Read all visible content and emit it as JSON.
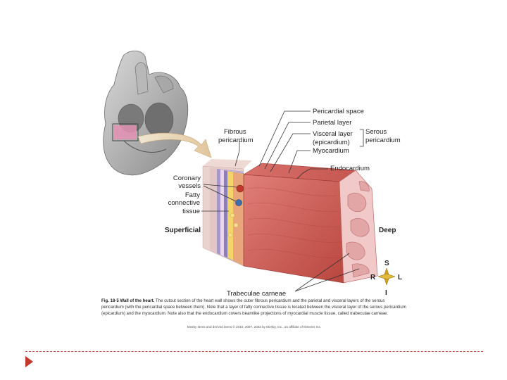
{
  "labels": {
    "pericardial_space": "Pericardial space",
    "parietal_layer": "Parietal layer",
    "visceral_layer_1": "Visceral layer",
    "visceral_layer_2": "(epicardium)",
    "myocardium": "Myocardium",
    "serous_1": "Serous",
    "serous_2": "pericardium",
    "fibrous_1": "Fibrous",
    "fibrous_2": "pericardium",
    "endocardium": "Endocardium",
    "coronary_1": "Coronary",
    "coronary_2": "vessels",
    "fatty_1": "Fatty",
    "fatty_2": "connective",
    "fatty_3": "tissue",
    "superficial": "Superficial",
    "deep": "Deep",
    "trabeculae": "Trabeculae carneae"
  },
  "compass": {
    "s": "S",
    "r": "R",
    "l": "L",
    "i": "I"
  },
  "caption": {
    "fig": "Fig. 18-5",
    "title": "Wall of the heart.",
    "text": "The cutout section of the heart wall shows the outer fibrous pericardium and the parietal and visceral layers of the serous pericardium (with the pericardial space between them). Note that a layer of fatty connective tissue is located between the visceral layer of the serous pericardium (epicardium) and the myocardium. Note also that the endocardium covers beamlike projections of myocardial muscle tissue, called trabeculae carneae.",
    "copyright": "Mosby items and derived items © 2010, 2007, 2003 by Mosby, Inc., an affiliate of Elsevier Inc."
  },
  "colors": {
    "muscle": "#c95b57",
    "muscle_light": "#e08a83",
    "endocardium": "#f2c9c9",
    "fibrous": "#e9d4d0",
    "parietal": "#9a8cc0",
    "fatty": "#f3d46a",
    "accent_red": "#c0392b"
  }
}
